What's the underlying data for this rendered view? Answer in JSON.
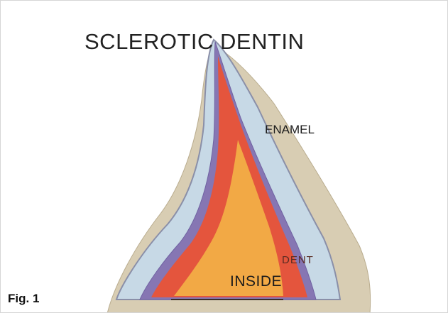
{
  "labels": {
    "title": "SCLEROTIC DENTIN",
    "enamel": "ENAMEL",
    "dentin": "DENT",
    "inside": "INSIDE"
  },
  "caption": "Fig. 1",
  "colors": {
    "background": "#ffffff",
    "root_surface": "#d8cdb3",
    "enamel": "#c7d9e6",
    "sclerotic_border": "#8676b3",
    "dentin": "#e4553d",
    "pulp": "#f2a945"
  }
}
